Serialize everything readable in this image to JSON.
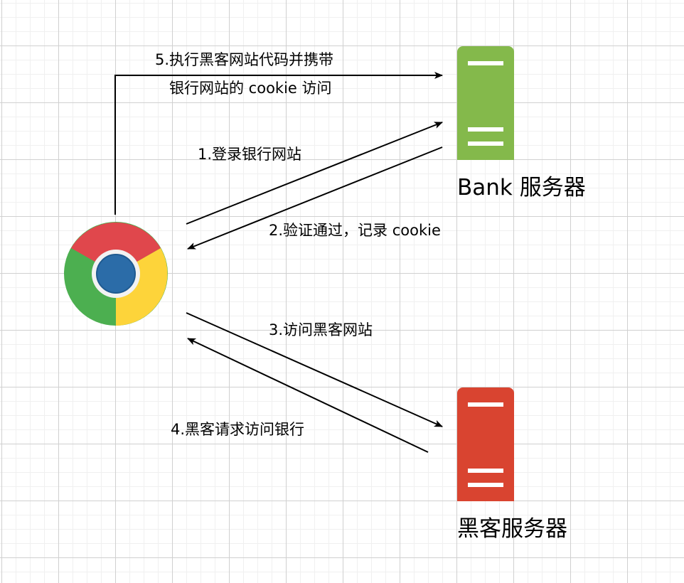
{
  "steps": {
    "step5_line1": "5.执行黑客网站代码并携带",
    "step5_line2": "银行网站的 cookie 访问",
    "step1": "1.登录银行网站",
    "step2": "2.验证通过，记录 cookie",
    "step3": "3.访问黑客网站",
    "step4": "4.黑客请求访问银行"
  },
  "servers": {
    "bank": {
      "label": "Bank 服务器",
      "color": "#84b94b"
    },
    "hacker": {
      "label": "黑客服务器",
      "color": "#d94430"
    }
  },
  "browser": {
    "icon": "chrome-icon"
  }
}
